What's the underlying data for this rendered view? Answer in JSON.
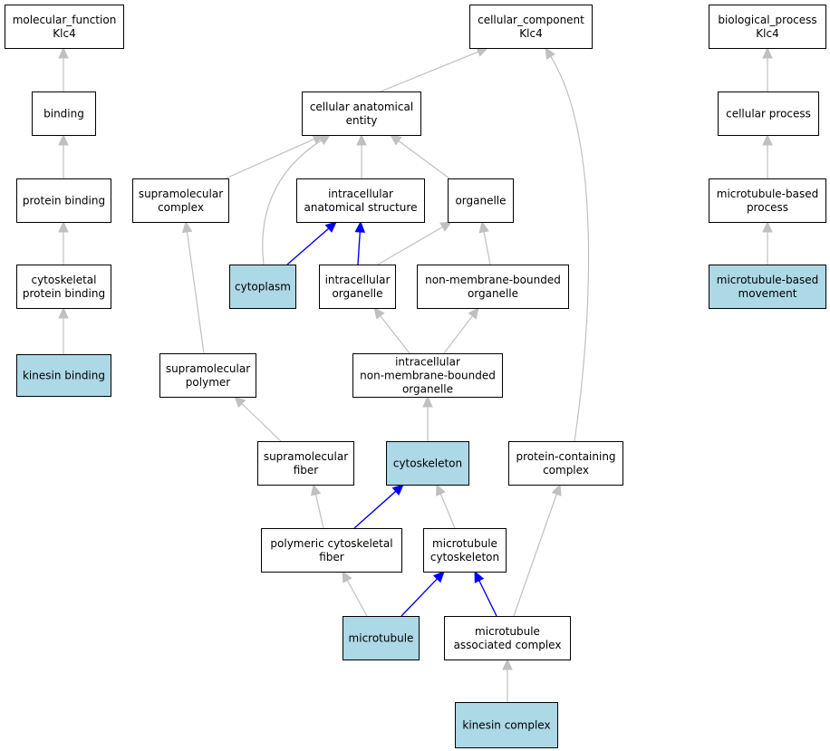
{
  "colors": {
    "highlight_fill": "#add8e6",
    "plain_fill": "#ffffff",
    "highlight_edge": "#0000ff",
    "plain_edge": "#c0c0c0"
  },
  "nodes": {
    "mf_root": {
      "lines": [
        "molecular_function",
        "Klc4"
      ],
      "highlighted": false
    },
    "binding": {
      "lines": [
        "binding"
      ],
      "highlighted": false
    },
    "protein_binding": {
      "lines": [
        "protein binding"
      ],
      "highlighted": false
    },
    "cytoskeletal_protein_binding": {
      "lines": [
        "cytoskeletal",
        "protein binding"
      ],
      "highlighted": false
    },
    "kinesin_binding": {
      "lines": [
        "kinesin binding"
      ],
      "highlighted": true
    },
    "cc_root": {
      "lines": [
        "cellular_component",
        "Klc4"
      ],
      "highlighted": false
    },
    "cellular_anatomical_entity": {
      "lines": [
        "cellular anatomical",
        "entity"
      ],
      "highlighted": false
    },
    "supramolecular_complex": {
      "lines": [
        "supramolecular",
        "complex"
      ],
      "highlighted": false
    },
    "intracellular_anatomical_structure": {
      "lines": [
        "intracellular",
        "anatomical structure"
      ],
      "highlighted": false
    },
    "organelle": {
      "lines": [
        "organelle"
      ],
      "highlighted": false
    },
    "cytoplasm": {
      "lines": [
        "cytoplasm"
      ],
      "highlighted": true
    },
    "intracellular_organelle": {
      "lines": [
        "intracellular",
        "organelle"
      ],
      "highlighted": false
    },
    "non_membrane_bounded_organelle": {
      "lines": [
        "non-membrane-bounded",
        "organelle"
      ],
      "highlighted": false
    },
    "supramolecular_polymer": {
      "lines": [
        "supramolecular",
        "polymer"
      ],
      "highlighted": false
    },
    "intracellular_nmb_organelle": {
      "lines": [
        "intracellular",
        "non-membrane-bounded",
        "organelle"
      ],
      "highlighted": false
    },
    "supramolecular_fiber": {
      "lines": [
        "supramolecular",
        "fiber"
      ],
      "highlighted": false
    },
    "cytoskeleton": {
      "lines": [
        "cytoskeleton"
      ],
      "highlighted": true
    },
    "protein_containing_complex": {
      "lines": [
        "protein-containing",
        "complex"
      ],
      "highlighted": false
    },
    "polymeric_cytoskeletal_fiber": {
      "lines": [
        "polymeric cytoskeletal",
        "fiber"
      ],
      "highlighted": false
    },
    "microtubule_cytoskeleton": {
      "lines": [
        "microtubule",
        "cytoskeleton"
      ],
      "highlighted": false
    },
    "microtubule": {
      "lines": [
        "microtubule"
      ],
      "highlighted": true
    },
    "microtubule_associated_complex": {
      "lines": [
        "microtubule",
        "associated complex"
      ],
      "highlighted": false
    },
    "kinesin_complex": {
      "lines": [
        "kinesin complex"
      ],
      "highlighted": true
    },
    "bp_root": {
      "lines": [
        "biological_process",
        "Klc4"
      ],
      "highlighted": false
    },
    "cellular_process": {
      "lines": [
        "cellular process"
      ],
      "highlighted": false
    },
    "microtubule_based_process": {
      "lines": [
        "microtubule-based",
        "process"
      ],
      "highlighted": false
    },
    "microtubule_based_movement": {
      "lines": [
        "microtubule-based",
        "movement"
      ],
      "highlighted": true
    }
  },
  "edges": [
    {
      "from": "binding",
      "to": "mf_root",
      "highlighted": false
    },
    {
      "from": "protein_binding",
      "to": "binding",
      "highlighted": false
    },
    {
      "from": "cytoskeletal_protein_binding",
      "to": "protein_binding",
      "highlighted": false
    },
    {
      "from": "kinesin_binding",
      "to": "cytoskeletal_protein_binding",
      "highlighted": false
    },
    {
      "from": "cellular_anatomical_entity",
      "to": "cc_root",
      "highlighted": false
    },
    {
      "from": "protein_containing_complex",
      "to": "cc_root",
      "highlighted": false
    },
    {
      "from": "supramolecular_complex",
      "to": "cellular_anatomical_entity",
      "highlighted": false
    },
    {
      "from": "cytoplasm",
      "to": "cellular_anatomical_entity",
      "highlighted": false
    },
    {
      "from": "intracellular_anatomical_structure",
      "to": "cellular_anatomical_entity",
      "highlighted": false
    },
    {
      "from": "organelle",
      "to": "cellular_anatomical_entity",
      "highlighted": false
    },
    {
      "from": "cytoplasm",
      "to": "intracellular_anatomical_structure",
      "highlighted": true
    },
    {
      "from": "intracellular_organelle",
      "to": "intracellular_anatomical_structure",
      "highlighted": true
    },
    {
      "from": "intracellular_organelle",
      "to": "organelle",
      "highlighted": false
    },
    {
      "from": "non_membrane_bounded_organelle",
      "to": "organelle",
      "highlighted": false
    },
    {
      "from": "supramolecular_polymer",
      "to": "supramolecular_complex",
      "highlighted": false
    },
    {
      "from": "intracellular_nmb_organelle",
      "to": "intracellular_organelle",
      "highlighted": false
    },
    {
      "from": "intracellular_nmb_organelle",
      "to": "non_membrane_bounded_organelle",
      "highlighted": false
    },
    {
      "from": "supramolecular_fiber",
      "to": "supramolecular_polymer",
      "highlighted": false
    },
    {
      "from": "cytoskeleton",
      "to": "intracellular_nmb_organelle",
      "highlighted": false
    },
    {
      "from": "polymeric_cytoskeletal_fiber",
      "to": "supramolecular_fiber",
      "highlighted": false
    },
    {
      "from": "polymeric_cytoskeletal_fiber",
      "to": "cytoskeleton",
      "highlighted": true
    },
    {
      "from": "microtubule_cytoskeleton",
      "to": "cytoskeleton",
      "highlighted": false
    },
    {
      "from": "microtubule",
      "to": "polymeric_cytoskeletal_fiber",
      "highlighted": false
    },
    {
      "from": "microtubule",
      "to": "microtubule_cytoskeleton",
      "highlighted": true
    },
    {
      "from": "microtubule_associated_complex",
      "to": "microtubule_cytoskeleton",
      "highlighted": true
    },
    {
      "from": "microtubule_associated_complex",
      "to": "protein_containing_complex",
      "highlighted": false
    },
    {
      "from": "kinesin_complex",
      "to": "microtubule_associated_complex",
      "highlighted": false
    },
    {
      "from": "cellular_process",
      "to": "bp_root",
      "highlighted": false
    },
    {
      "from": "microtubule_based_process",
      "to": "cellular_process",
      "highlighted": false
    },
    {
      "from": "microtubule_based_movement",
      "to": "microtubule_based_process",
      "highlighted": false
    }
  ]
}
